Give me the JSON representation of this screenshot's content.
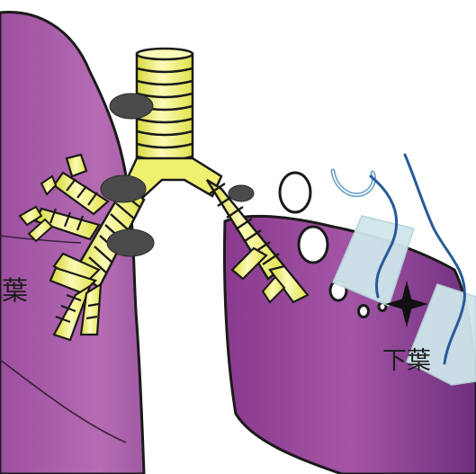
{
  "labels": {
    "left_lobe": "葉",
    "right_lower_lobe": "下葉"
  },
  "colors": {
    "lung": "#a253a3",
    "lung_dark": "#7c3486",
    "lung_outline": "#1a1a1a",
    "airway_yellow": "#eeee5a",
    "airway_light": "#fbfbb8",
    "airway_ring": "#1a1a1a",
    "lymph_node": "#4a4a4a",
    "bubble": "#ffffff",
    "gauze_patch": "#cfe6ea",
    "suture_blue": "#2a5a9a",
    "hook_blue": "#6fa3c8"
  },
  "icons": {
    "sparkle": "four-point-star"
  }
}
